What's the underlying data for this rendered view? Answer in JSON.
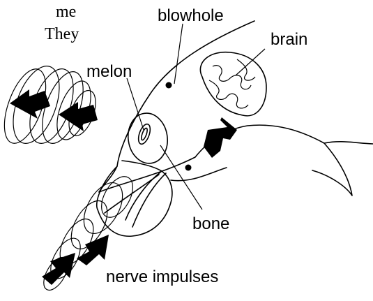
{
  "header_text": {
    "line1": "me",
    "line2": "They"
  },
  "labels": {
    "blowhole": "blowhole",
    "brain": "brain",
    "melon": "melon",
    "bone": "bone",
    "nerve_impulses": "nerve impulses"
  },
  "colors": {
    "ink": "#000000",
    "background": "#ffffff"
  }
}
